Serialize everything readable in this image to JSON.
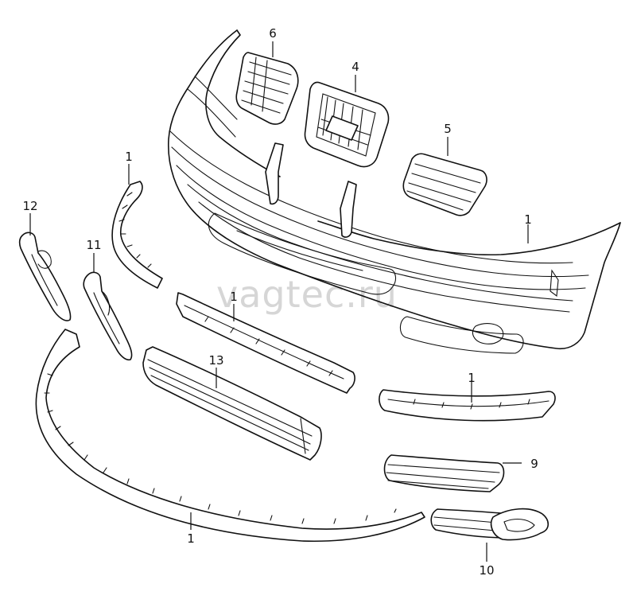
{
  "watermark": "vagtec.ru",
  "callouts": [
    {
      "id": "c6",
      "label": "6"
    },
    {
      "id": "c4",
      "label": "4"
    },
    {
      "id": "c5",
      "label": "5"
    },
    {
      "id": "c1-bumper",
      "label": "1"
    },
    {
      "id": "c1-strip-left",
      "label": "1"
    },
    {
      "id": "c12",
      "label": "12"
    },
    {
      "id": "c11",
      "label": "11"
    },
    {
      "id": "c1-strip-center",
      "label": "1"
    },
    {
      "id": "c13",
      "label": "13"
    },
    {
      "id": "c1-strip-right",
      "label": "1"
    },
    {
      "id": "c9",
      "label": "9"
    },
    {
      "id": "c1-spoiler",
      "label": "1"
    },
    {
      "id": "c10",
      "label": "10"
    }
  ]
}
